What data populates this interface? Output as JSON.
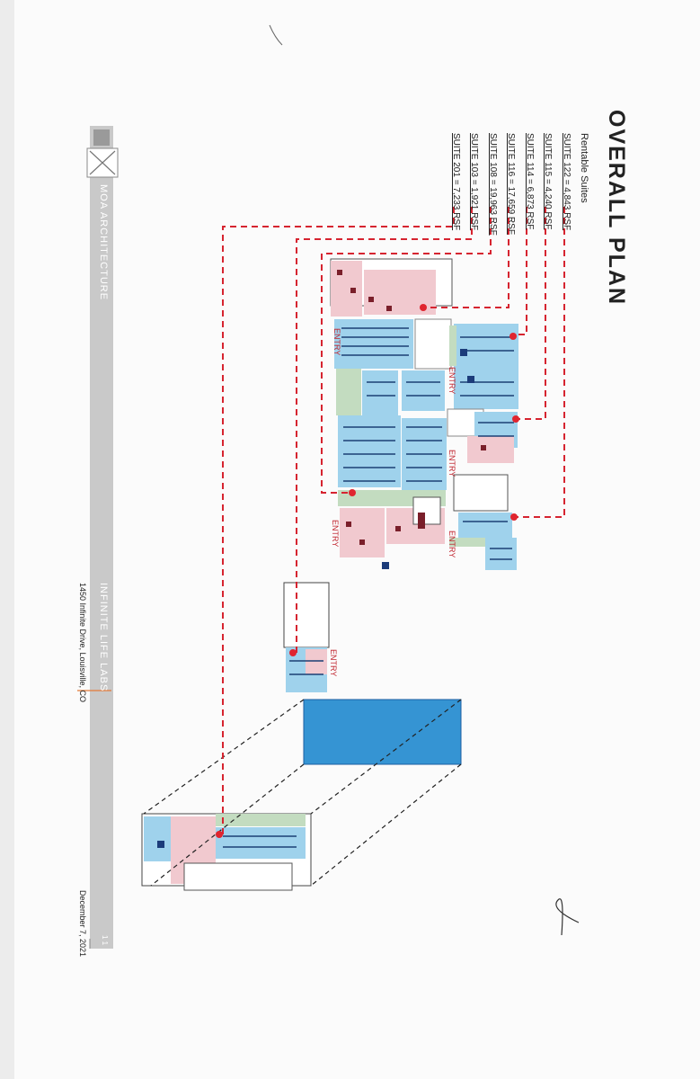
{
  "sheet": {
    "title": "OVERALL PLAN",
    "subtitle": "Rentable Suites",
    "suites": [
      {
        "label": "SUITE 122 = 4,843 RSF"
      },
      {
        "label": "SUITE 115 = 4,240 RSF"
      },
      {
        "label": "SUITE 114 = 6,873 RSF"
      },
      {
        "label": "SUITE 116 = 17,659 RSF"
      },
      {
        "label": "SUITE 108 = 19,963 RSF"
      },
      {
        "label": "SUITE 103 = 1,921 RSF"
      },
      {
        "label": "SUITE 201 = 7,233 RSF"
      }
    ]
  },
  "plan": {
    "entries": [
      "ENTRY",
      "ENTRY",
      "ENTRY",
      "ENTRY",
      "ENTRY",
      "ENTRY"
    ],
    "colors": {
      "lab": "#9fd2ec",
      "office": "#f1c9cf",
      "support": "#c3dcc0",
      "leader": "#d62430",
      "marker": "#e0252f",
      "shade": "#3594d3"
    }
  },
  "titleblock": {
    "firm": "MOA ARCHITECTURE",
    "project": "INFINITE LIFE LABS",
    "address": "1450 Infinite Drive, Louisville, CO",
    "date": "December 7, 2021",
    "sheet_number": "1 1"
  }
}
